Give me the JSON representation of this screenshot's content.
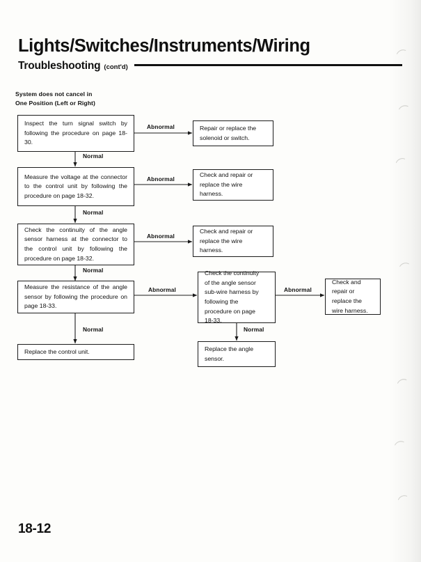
{
  "header": {
    "title": "Lights/Switches/Instruments/Wiring",
    "subtitle": "Troubleshooting",
    "contd": "(cont'd)"
  },
  "section": {
    "label": "System does not cancel in\nOne Position (Left or Right)"
  },
  "flowchart": {
    "type": "flowchart",
    "boxes": [
      {
        "id": "b1",
        "text": "Inspect the turn signal switch by following the procedure on page 18-30."
      },
      {
        "id": "b1r",
        "text": "Repair or replace the\nsolenoid or switch."
      },
      {
        "id": "b2",
        "text": "Measure the voltage at the connector to the control unit by following the procedure on page 18-32."
      },
      {
        "id": "b2r",
        "text": "Check and repair or\nreplace the wire\nharness."
      },
      {
        "id": "b3",
        "text": "Check the continuity of the angle sensor harness at the connector to the control unit by following the procedure on page 18-32."
      },
      {
        "id": "b3r",
        "text": "Check and repair or\nreplace the wire\nharness."
      },
      {
        "id": "b4",
        "text": "Measure the resistance of the angle sensor by following the procedure on page 18-33."
      },
      {
        "id": "b4c",
        "text": "Check the continuity\nof the angle sensor\nsub-wire harness by\nfollowing the\nprocedure on page\n18-33."
      },
      {
        "id": "b4r",
        "text": "Check and\nrepair or\nreplace the\nwire harness."
      },
      {
        "id": "b5",
        "text": "Replace the control unit."
      },
      {
        "id": "b5c",
        "text": "Replace the angle\nsensor."
      }
    ],
    "labels": {
      "abnormal_1": "Abnormal",
      "abnormal_2": "Abnormal",
      "abnormal_3": "Abnormal",
      "abnormal_4": "Abnormal",
      "abnormal_5": "Abnormal",
      "normal_1": "Normal",
      "normal_2": "Normal",
      "normal_3": "Normal",
      "normal_4": "Normal",
      "normal_5": "Normal"
    }
  },
  "footer": {
    "page_number": "18-12"
  },
  "scan_marks": [
    "⌒",
    "⌒",
    "⌒",
    "⌒",
    "⌒",
    "⌒",
    "⌒"
  ]
}
